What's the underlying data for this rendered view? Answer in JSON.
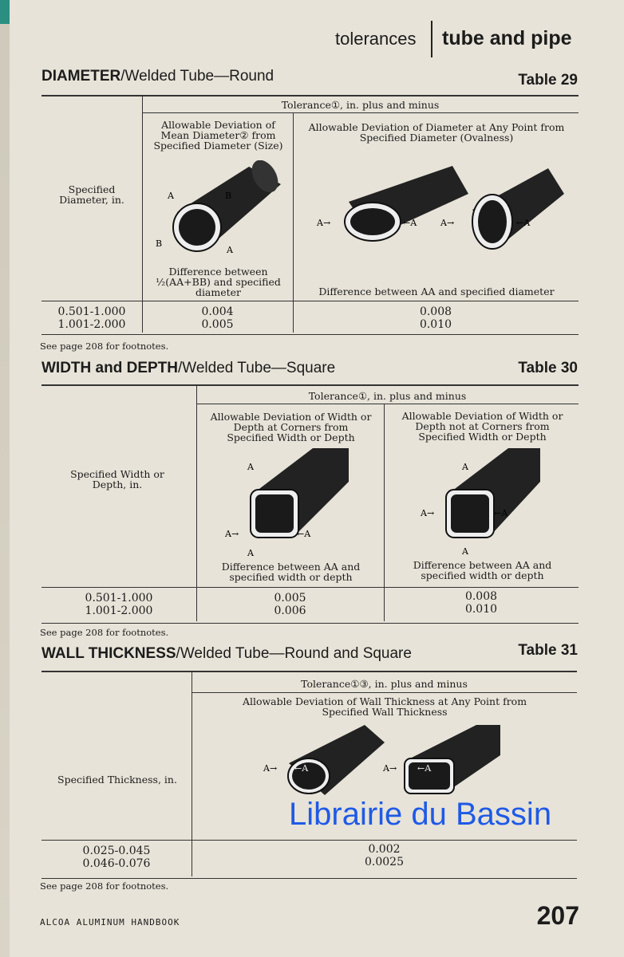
{
  "header": {
    "section": "tolerances",
    "topic": "tube and pipe"
  },
  "tables": [
    {
      "title_bold": "DIAMETER",
      "title_rest": "/Welded Tube—Round",
      "number": "Table 29",
      "row_header": "Specified Diameter, in.",
      "tolerance_header": "Tolerance①, in. plus and minus",
      "columns": [
        {
          "heading": "Allowable Deviation of Mean Diameter② from Specified Diameter (Size)",
          "caption": "Difference between ½(AA+BB) and specified diameter"
        },
        {
          "heading": "Allowable Deviation of Diameter at Any Point from Specified Diameter (Ovalness)",
          "caption": "Difference between AA and specified diameter"
        }
      ],
      "rows": [
        [
          "0.501-1.000",
          "0.004",
          "0.008"
        ],
        [
          "1.001-2.000",
          "0.005",
          "0.010"
        ]
      ],
      "footnote": "See page 208 for footnotes."
    },
    {
      "title_bold": "WIDTH and DEPTH",
      "title_rest": "/Welded Tube—Square",
      "number": "Table 30",
      "row_header": "Specified Width or Depth, in.",
      "tolerance_header": "Tolerance①, in. plus and minus",
      "columns": [
        {
          "heading": "Allowable Deviation of Width or Depth at Corners from Specified Width or Depth",
          "caption": "Difference between AA and specified width or depth"
        },
        {
          "heading": "Allowable Deviation of Width or Depth not at Corners from Specified Width or Depth",
          "caption": "Difference between AA and specified width or depth"
        }
      ],
      "rows": [
        [
          "0.501-1.000",
          "0.005",
          "0.008"
        ],
        [
          "1.001-2.000",
          "0.006",
          "0.010"
        ]
      ],
      "footnote": "See page 208 for footnotes."
    },
    {
      "title_bold": "WALL THICKNESS",
      "title_rest": "/Welded Tube—Round and Square",
      "number": "Table 31",
      "row_header": "Specified Thickness, in.",
      "tolerance_header": "Tolerance①③, in. plus and minus",
      "columns": [
        {
          "heading": "Allowable Deviation of Wall Thickness at Any Point from Specified Wall Thickness"
        }
      ],
      "rows": [
        [
          "0.025-0.045",
          "0.002"
        ],
        [
          "0.046-0.076",
          "0.0025"
        ]
      ],
      "footnote": "See page 208 for footnotes."
    }
  ],
  "footer": {
    "book": "ALCOA ALUMINUM HANDBOOK",
    "page": "207"
  },
  "watermark": "Librairie du Bassin"
}
